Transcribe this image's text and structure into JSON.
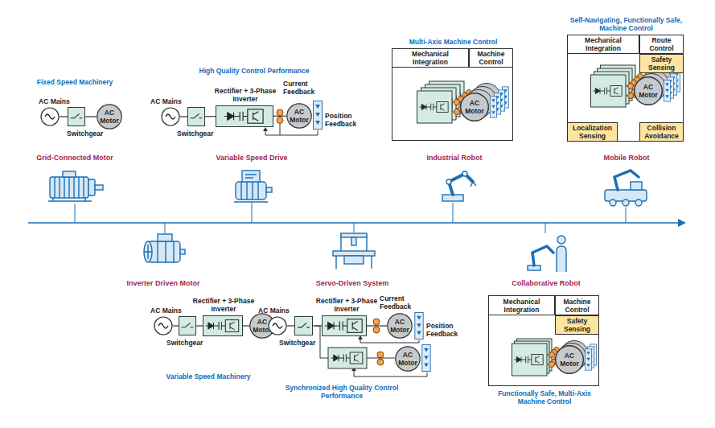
{
  "diagram": {
    "nodes": [
      {
        "text": [
          "AC Mains"
        ]
      },
      {
        "text": [
          "Switchgear"
        ]
      },
      {
        "text": [
          "AC Motor"
        ]
      },
      {
        "text": [
          "AC Mains"
        ]
      },
      {
        "text": [
          "Switchgear"
        ]
      },
      {
        "text": [
          "Rectifier + 3-Phase Inverter"
        ]
      },
      {
        "text": [
          "AC Motor"
        ]
      },
      {
        "text": [
          "Position Feedback"
        ]
      },
      {
        "text": [
          "Multi-Axis Machine Control"
        ]
      },
      {
        "text": [
          "Mechanical Integration"
        ],
        "in": 8
      },
      {
        "text": [
          "Machine Control"
        ],
        "in": 8
      },
      {
        "text": [
          "AC Motor"
        ],
        "in": 8
      },
      {
        "text": [
          "Self-Navigating, Functionally Safe, Machine Control"
        ]
      },
      {
        "text": [
          "Mechanical Integration"
        ],
        "in": 12
      },
      {
        "text": [
          "Route Control"
        ],
        "in": 12
      },
      {
        "text": [
          "Safety Sensing"
        ],
        "in": 12
      },
      {
        "text": [
          "AC Motor"
        ],
        "in": 12
      },
      {
        "text": [
          "Localization Sensing"
        ],
        "in": 12
      },
      {
        "text": [
          "Collision Avoidance"
        ],
        "in": 12
      },
      {
        "text": [
          "AC Mains"
        ]
      },
      {
        "text": [
          "Switchgear"
        ]
      },
      {
        "text": [
          "Rectifier + 3-Phase Inverter"
        ]
      },
      {
        "text": [
          "AC Motor"
        ]
      },
      {
        "text": [
          "AC Mains"
        ]
      },
      {
        "text": [
          "Switchgear"
        ]
      },
      {
        "text": [
          "Rectifier + 3-Phase Inverter"
        ]
      },
      {
        "text": [
          "AC Motor"
        ]
      },
      {
        "text": [
          "Position Feedback"
        ]
      },
      {
        "text": [
          "AC Motor"
        ]
      },
      {
        "text": [
          "Functionally Safe, Multi-Axis Machine Control"
        ]
      },
      {
        "text": [
          "Mechanical Integration"
        ],
        "in": 29
      },
      {
        "text": [
          "Machine Control"
        ],
        "in": 29
      },
      {
        "text": [
          "Safety Sensing"
        ],
        "in": 29
      },
      {
        "text": [
          "AC Motor"
        ],
        "in": 29
      }
    ],
    "edges": [
      {
        "from": 0,
        "to": 1,
        "arrow": "none"
      },
      {
        "from": 1,
        "to": 2,
        "arrow": "none"
      },
      {
        "from": 3,
        "to": 4,
        "arrow": "none"
      },
      {
        "from": 4,
        "to": 5,
        "arrow": "none"
      },
      {
        "from": 5,
        "to": 6,
        "arrow": "none"
      },
      {
        "from": 19,
        "to": 20,
        "arrow": "none"
      },
      {
        "from": 20,
        "to": 21,
        "arrow": "none"
      },
      {
        "from": 21,
        "to": 22,
        "arrow": "none"
      },
      {
        "from": 23,
        "to": 24,
        "arrow": "none"
      },
      {
        "from": 24,
        "to": 25,
        "arrow": "none"
      },
      {
        "from": 25,
        "to": 26,
        "arrow": "none"
      }
    ],
    "labels": [
      "Fixed Speed Machinery",
      "High Quality Control Performance",
      "Current Feedback",
      "Grid-Connected Motor",
      "Variable Speed Drive",
      "Industrial Robot",
      "Mobile Robot",
      "Inverter Driven Motor",
      "Servo-Driven System",
      "Collaborative Robot",
      "Current Feedback",
      "Variable Speed Machinery",
      "Synchronized High Quality Control Performance"
    ]
  }
}
